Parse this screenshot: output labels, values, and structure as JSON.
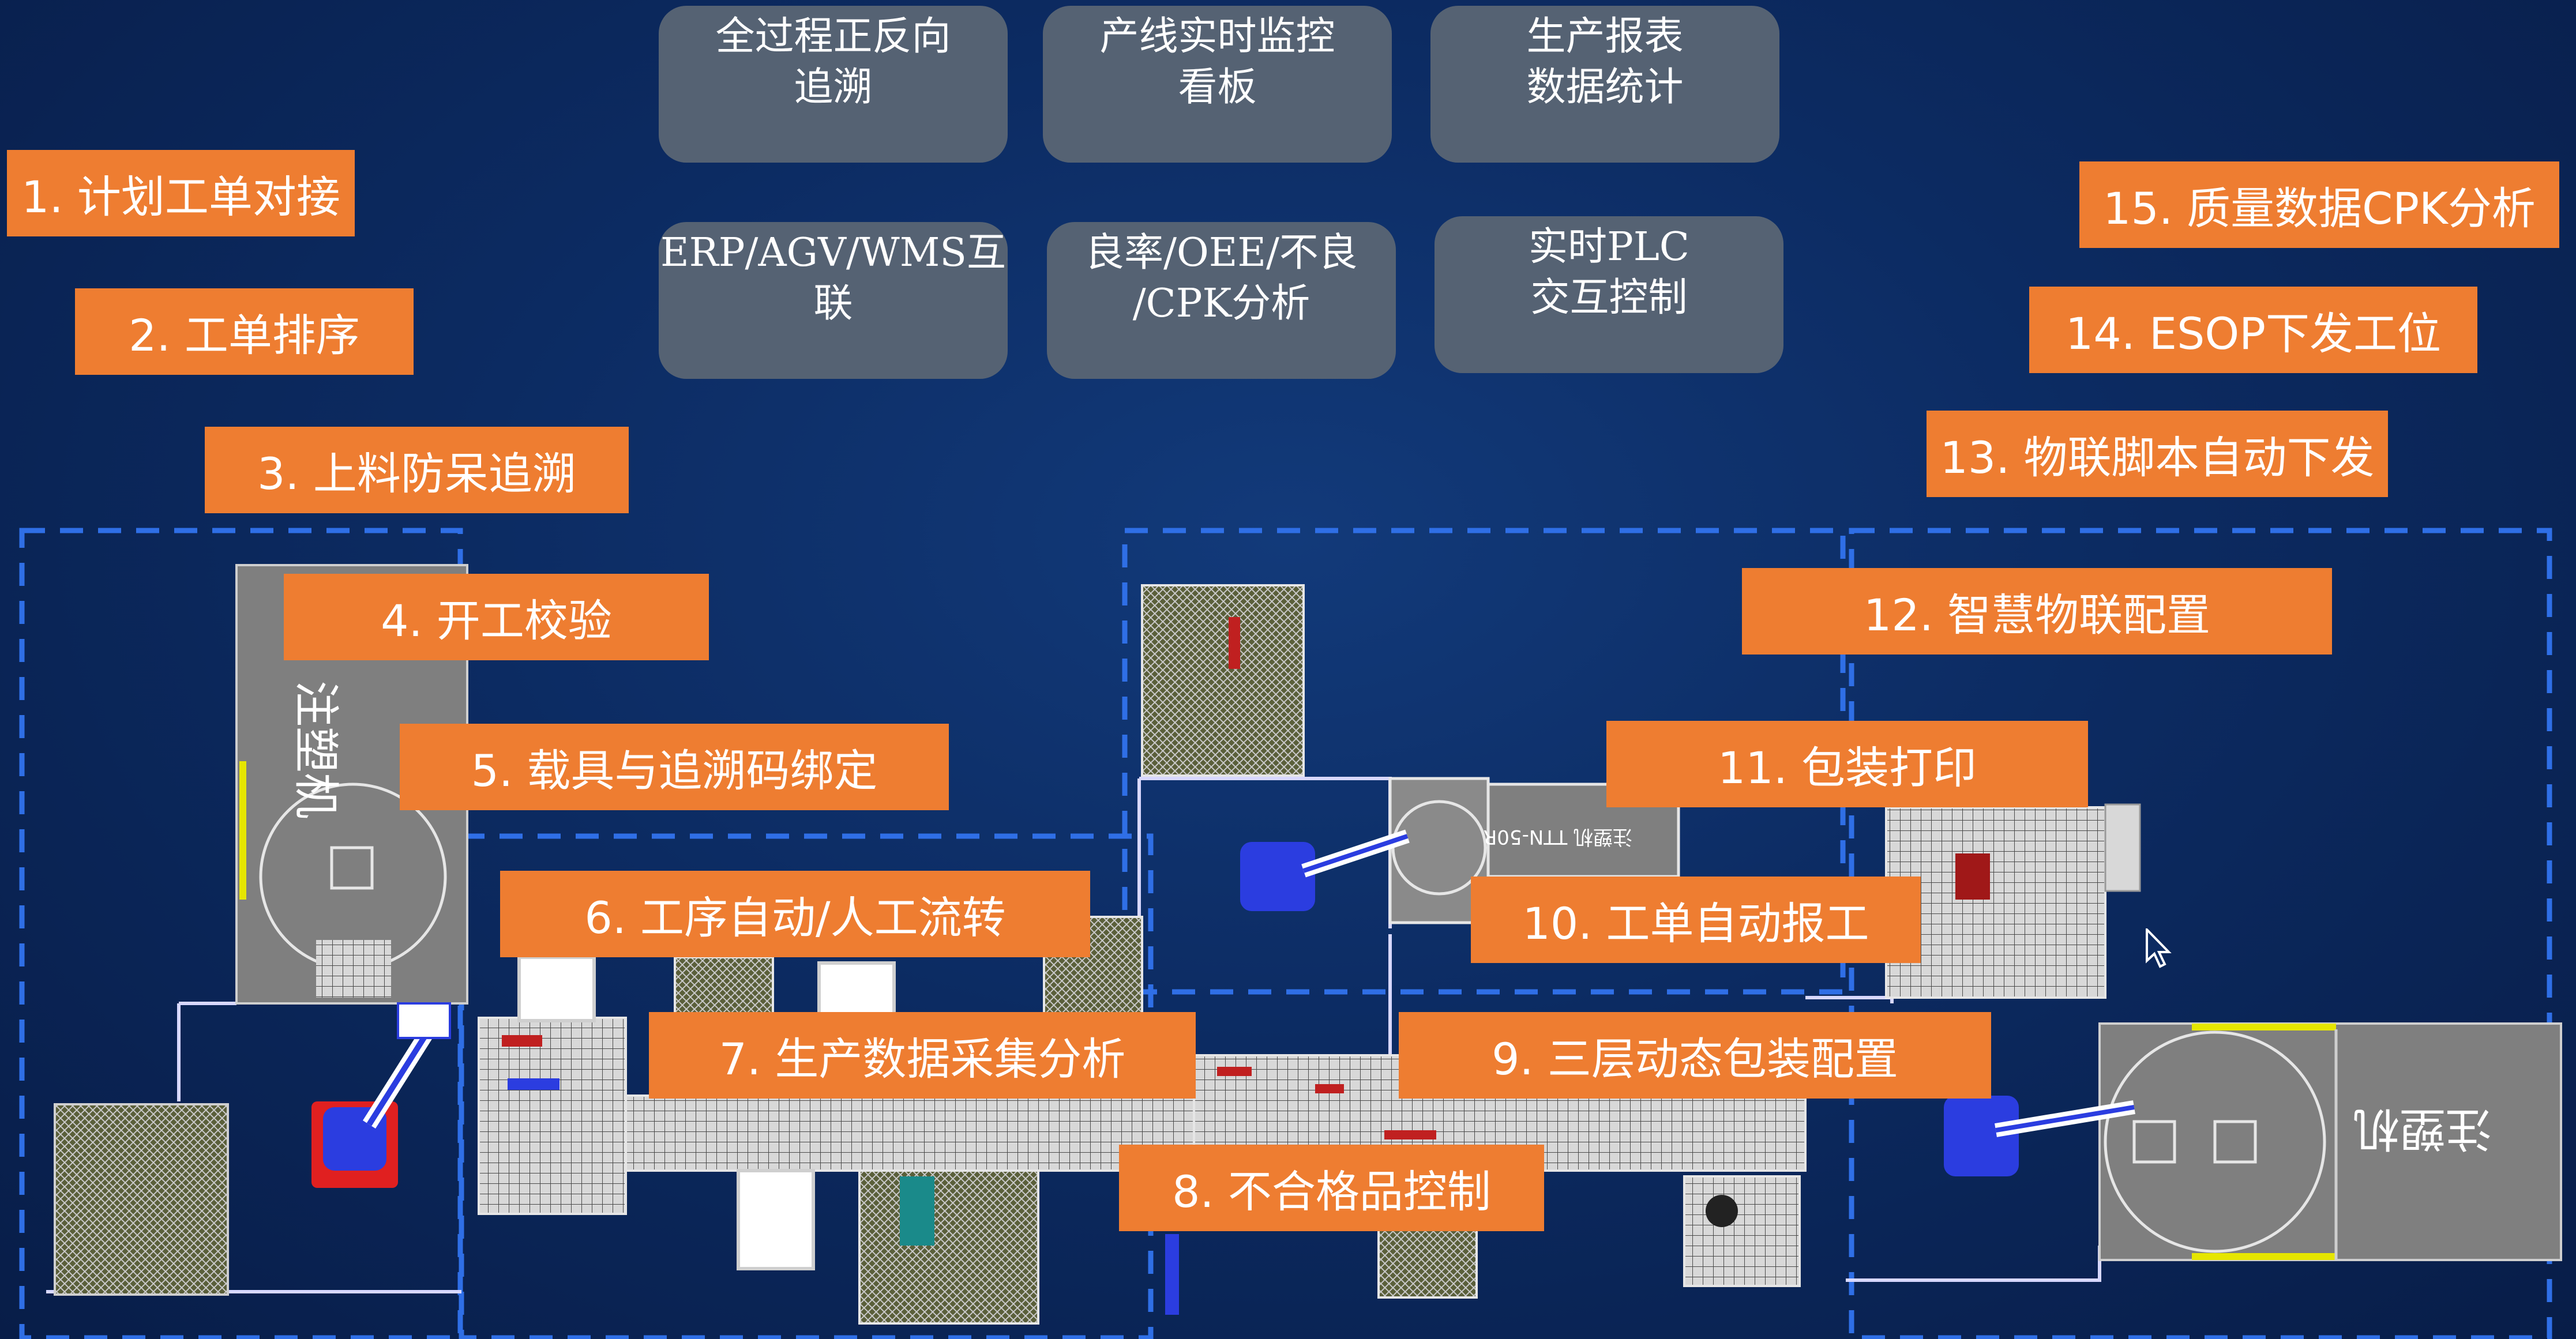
{
  "feature_boxes": [
    {
      "id": "trace",
      "lines": [
        "全过程正反向",
        "追溯"
      ]
    },
    {
      "id": "monitor",
      "lines": [
        "产线实时监控",
        "看板"
      ]
    },
    {
      "id": "report",
      "lines": [
        "生产报表",
        "数据统计"
      ]
    },
    {
      "id": "erp",
      "lines": [
        "ERP/AGV/WMS互联"
      ]
    },
    {
      "id": "oee",
      "lines": [
        "良率/OEE/不良",
        "/CPK分析"
      ]
    },
    {
      "id": "plc",
      "lines": [
        "实时PLC",
        "交互控制"
      ]
    }
  ],
  "steps": [
    "1. 计划工单对接",
    "2. 工单排序",
    "3. 上料防呆追溯",
    "4. 开工校验",
    "5. 载具与追溯码绑定",
    "6. 工序自动/人工流转",
    "7. 生产数据采集分析",
    "8. 不合格品控制",
    "9. 三层动态包装配置",
    "10. 工单自动报工",
    "11. 包装打印",
    "12. 智慧物联配置",
    "13. 物联脚本自动下发",
    "14. ESOP下发工位",
    "15. 质量数据CPK分析"
  ],
  "machine_labels": {
    "left": "注塑机",
    "right": "注塑机",
    "middle": "注塑机 TTN-50R"
  },
  "colors": {
    "background": "#0c2b62",
    "step_box": "#ee7d31",
    "feature_box": "#556273",
    "dashed_border": "#2f6fe6",
    "machine_gray": "#7f7f7f"
  },
  "icons": [
    "robot-arm-icon",
    "mouse-cursor-icon"
  ]
}
